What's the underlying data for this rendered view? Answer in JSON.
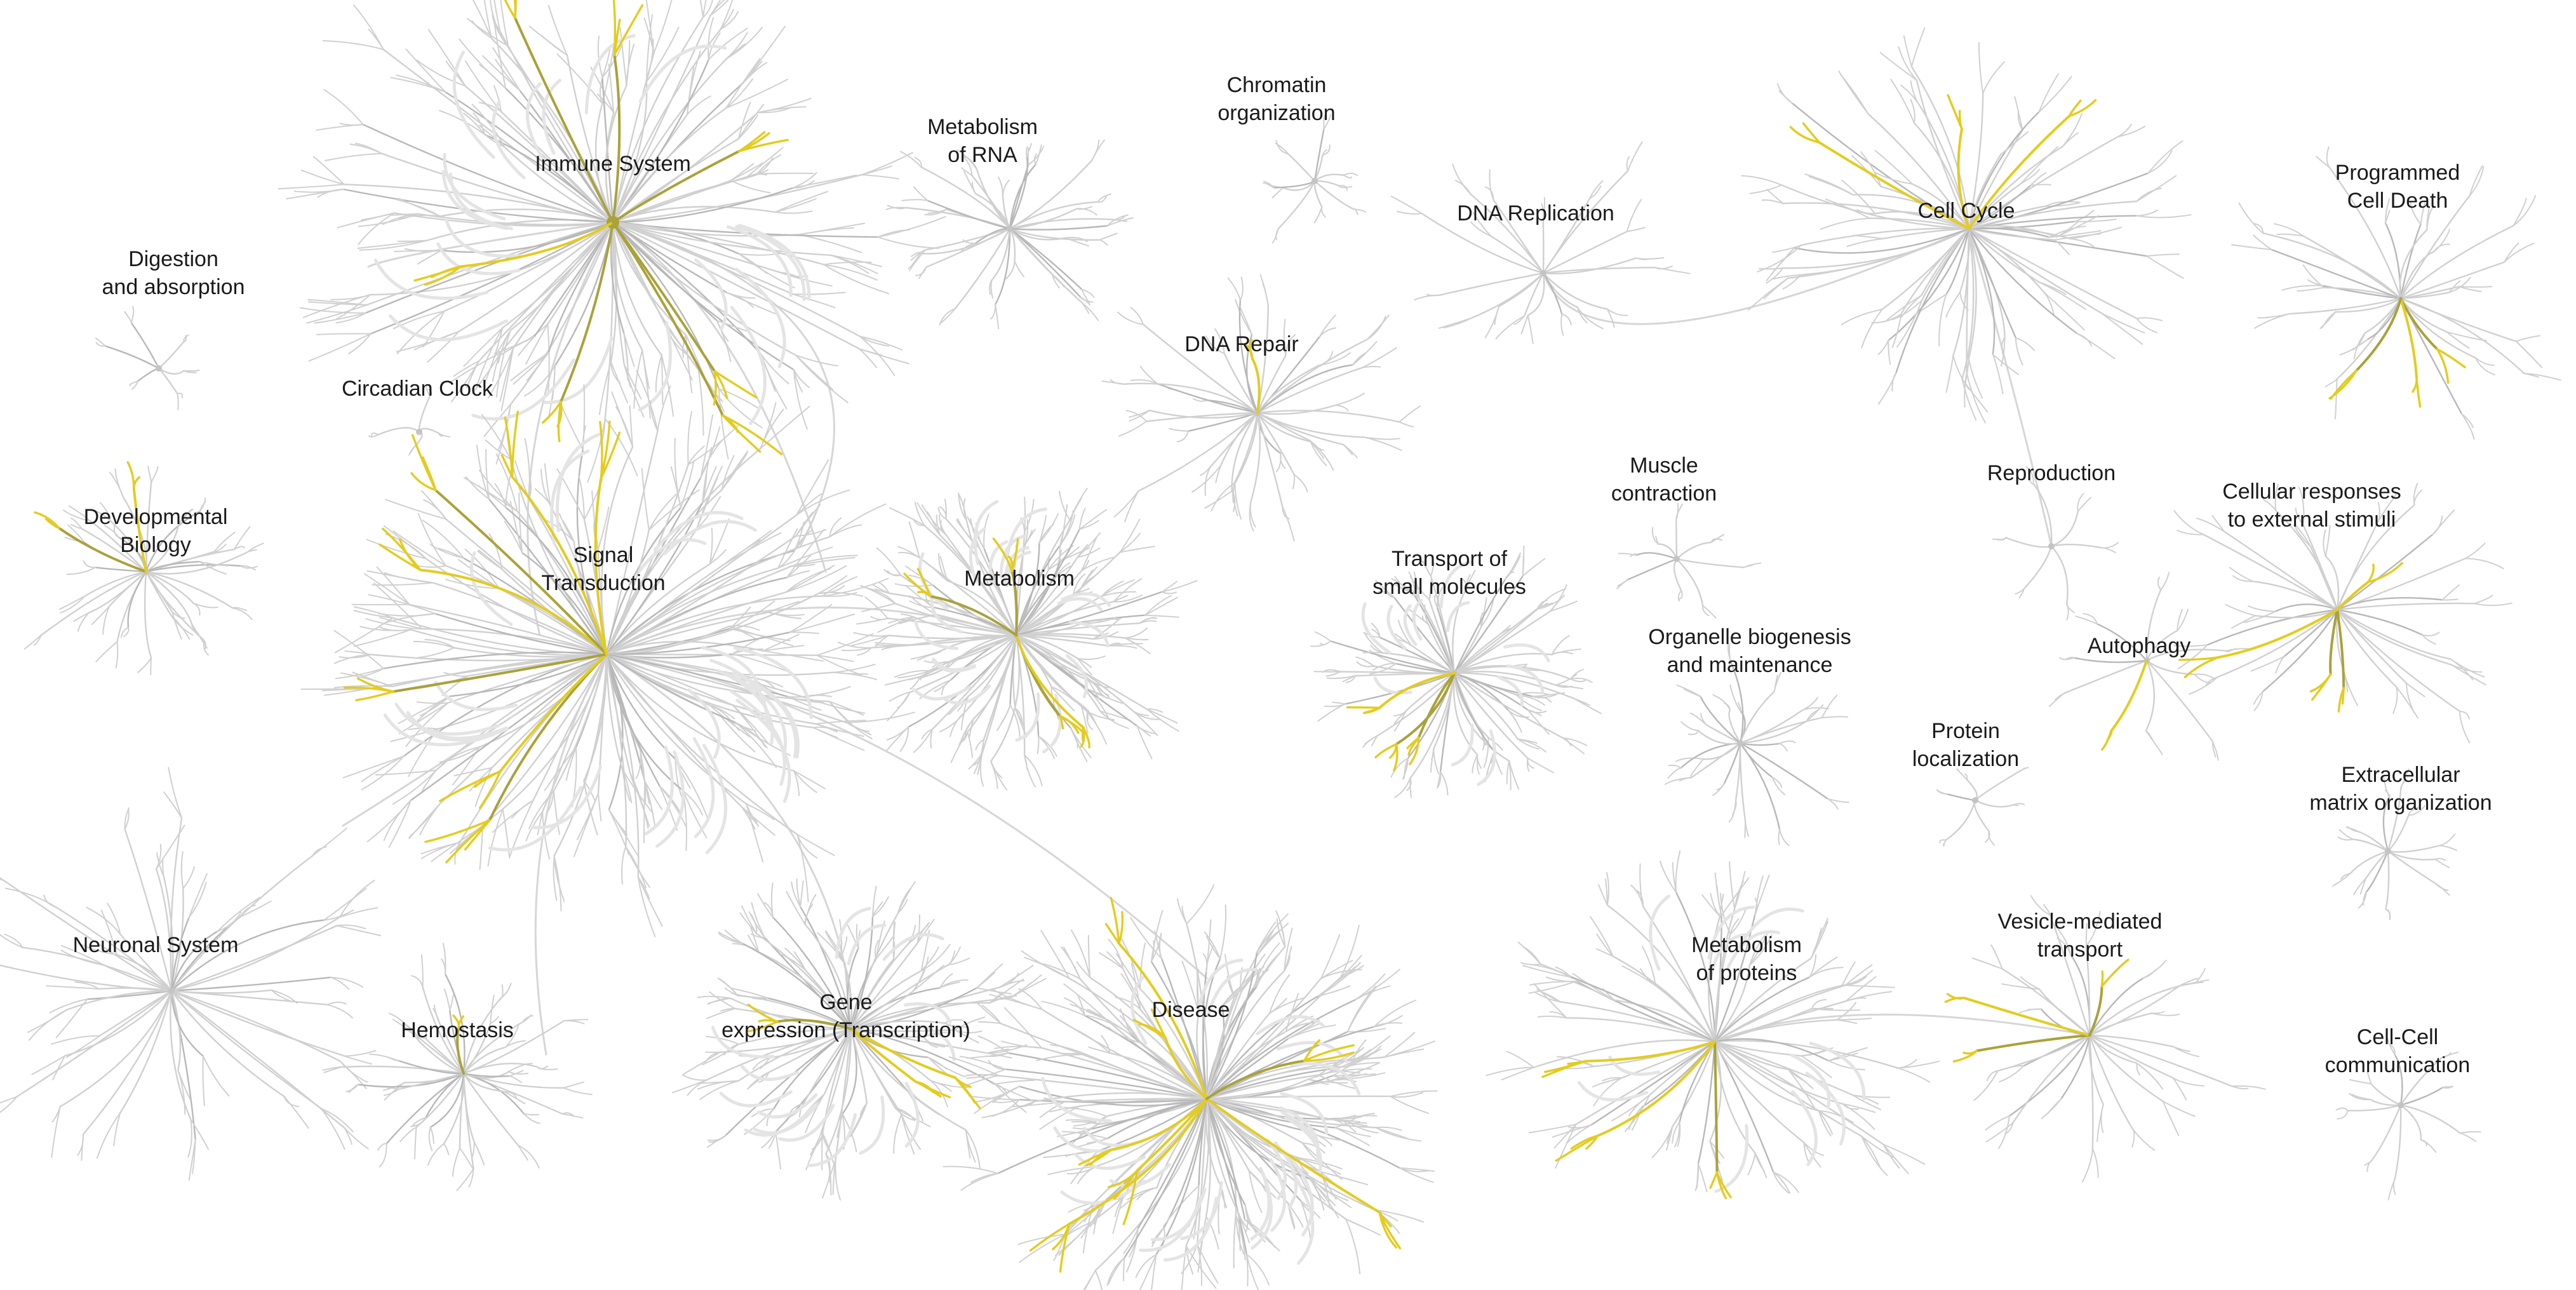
{
  "diagram": {
    "colors": {
      "branch": "#d0d0d0",
      "branch_dark": "#b8b8b8",
      "highlight": "#e3cc1e",
      "highlight_dark": "#aaa23a",
      "label": "#1a1a1a"
    },
    "pathways": [
      {
        "id": "immune-system",
        "lines": [
          "Immune System"
        ]
      },
      {
        "id": "metabolism-of-rna",
        "lines": [
          "Metabolism",
          "of RNA"
        ]
      },
      {
        "id": "chromatin-organization",
        "lines": [
          "Chromatin",
          "organization"
        ]
      },
      {
        "id": "dna-replication",
        "lines": [
          "DNA Replication"
        ]
      },
      {
        "id": "cell-cycle",
        "lines": [
          "Cell Cycle"
        ]
      },
      {
        "id": "programmed-cell-death",
        "lines": [
          "Programmed",
          "Cell Death"
        ]
      },
      {
        "id": "digestion-and-absorption",
        "lines": [
          "Digestion",
          "and absorption"
        ]
      },
      {
        "id": "circadian-clock",
        "lines": [
          "Circadian Clock"
        ]
      },
      {
        "id": "dna-repair",
        "lines": [
          "DNA Repair"
        ]
      },
      {
        "id": "developmental-biology",
        "lines": [
          "Developmental",
          "Biology"
        ]
      },
      {
        "id": "signal-transduction",
        "lines": [
          "Signal",
          "Transduction"
        ]
      },
      {
        "id": "metabolism",
        "lines": [
          "Metabolism"
        ]
      },
      {
        "id": "muscle-contraction",
        "lines": [
          "Muscle",
          "contraction"
        ]
      },
      {
        "id": "reproduction",
        "lines": [
          "Reproduction"
        ]
      },
      {
        "id": "cellular-responses-to-external-stimuli",
        "lines": [
          "Cellular responses",
          "to external stimuli"
        ]
      },
      {
        "id": "transport-of-small-molecules",
        "lines": [
          "Transport of",
          "small molecules"
        ]
      },
      {
        "id": "autophagy",
        "lines": [
          "Autophagy"
        ]
      },
      {
        "id": "organelle-biogenesis-and-maintenance",
        "lines": [
          "Organelle biogenesis",
          "and maintenance"
        ]
      },
      {
        "id": "protein-localization",
        "lines": [
          "Protein",
          "localization"
        ]
      },
      {
        "id": "extracellular-matrix-organization",
        "lines": [
          "Extracellular",
          "matrix organization"
        ]
      },
      {
        "id": "neuronal-system",
        "lines": [
          "Neuronal System"
        ]
      },
      {
        "id": "hemostasis",
        "lines": [
          "Hemostasis"
        ]
      },
      {
        "id": "gene-expression-transcription",
        "lines": [
          "Gene",
          "expression (Transcription)"
        ]
      },
      {
        "id": "disease",
        "lines": [
          "Disease"
        ]
      },
      {
        "id": "metabolism-of-proteins",
        "lines": [
          "Metabolism",
          "of proteins"
        ]
      },
      {
        "id": "vesicle-mediated-transport",
        "lines": [
          "Vesicle-mediated",
          "transport"
        ]
      },
      {
        "id": "cell-cell-communication",
        "lines": [
          "Cell-Cell",
          "communication"
        ]
      }
    ]
  }
}
